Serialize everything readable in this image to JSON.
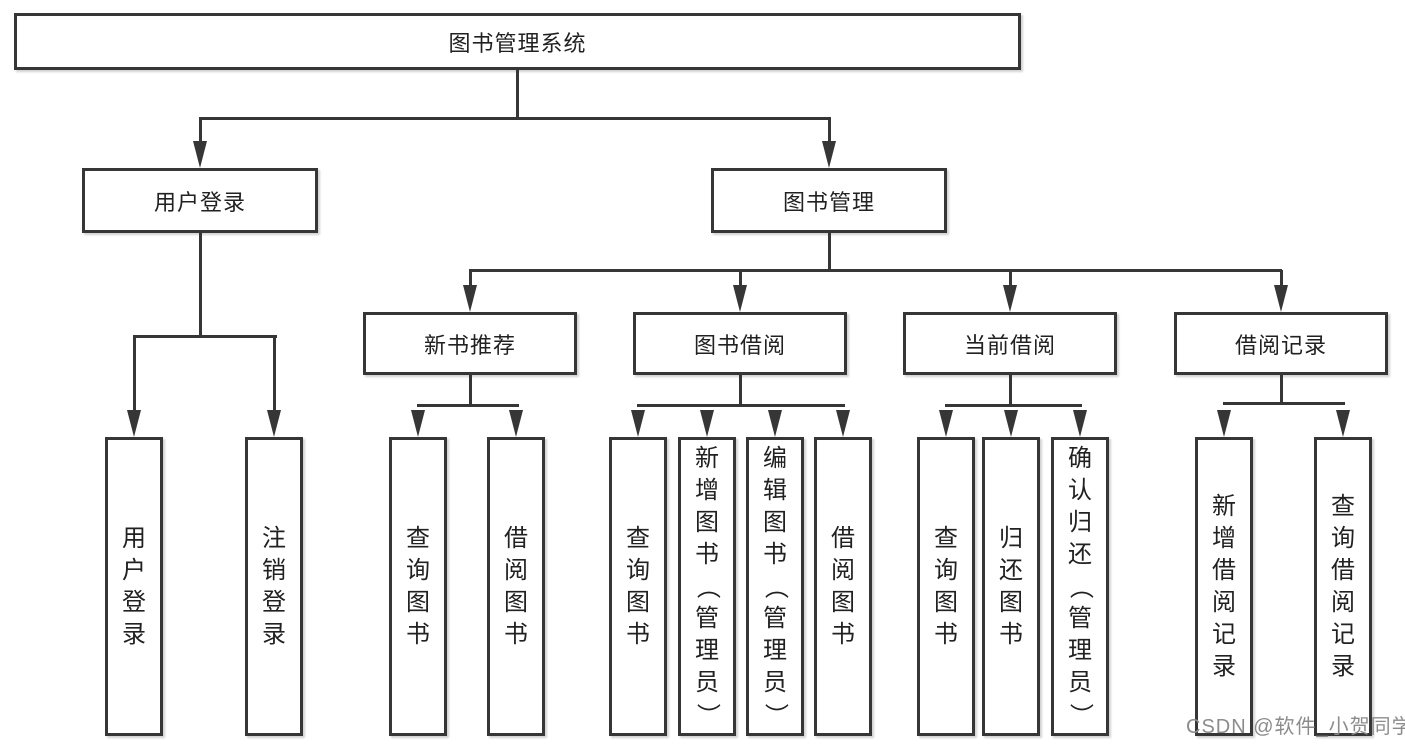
{
  "diagram": {
    "root": {
      "label": "图书管理系统"
    },
    "branches": [
      {
        "label": "用户登录",
        "children": [
          {
            "label": "用户登录"
          },
          {
            "label": "注销登录"
          }
        ]
      },
      {
        "label": "图书管理",
        "children": [
          {
            "label": "新书推荐",
            "children": [
              {
                "label": "查询图书"
              },
              {
                "label": "借阅图书"
              }
            ]
          },
          {
            "label": "图书借阅",
            "children": [
              {
                "label": "查询图书"
              },
              {
                "label": "新增图书（管理员）"
              },
              {
                "label": "编辑图书（管理员）"
              },
              {
                "label": "借阅图书"
              }
            ]
          },
          {
            "label": "当前借阅",
            "children": [
              {
                "label": "查询图书"
              },
              {
                "label": "归还图书"
              },
              {
                "label": "确认归还（管理员）"
              }
            ]
          },
          {
            "label": "借阅记录",
            "children": [
              {
                "label": "新增借阅记录"
              },
              {
                "label": "查询借阅记录"
              }
            ]
          }
        ]
      }
    ]
  },
  "watermark": {
    "text": "CSDN @软件_小贺同学"
  },
  "colors": {
    "line": "#363636",
    "text": "#212121",
    "watermark": "#8c8c8c"
  }
}
